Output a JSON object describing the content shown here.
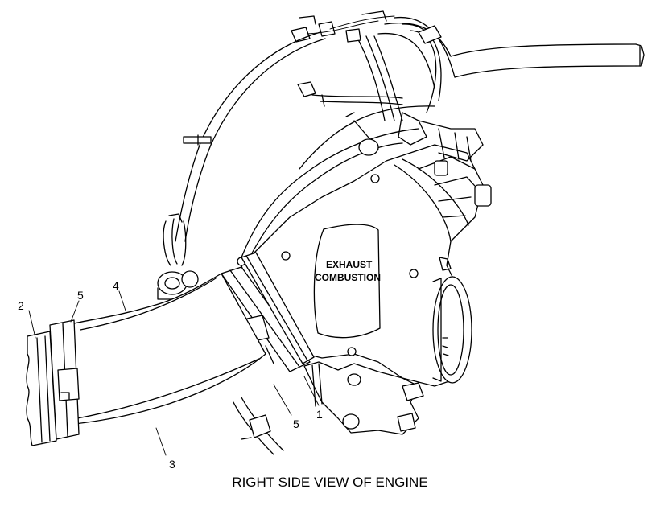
{
  "callouts": {
    "c2": "2",
    "c5_left": "5",
    "c4": "4",
    "c3": "3",
    "c5_bottom": "5",
    "c1": "1"
  },
  "plate": {
    "line1": "EXHAUST",
    "line2": "COMBUSTION"
  },
  "caption": "RIGHT SIDE VIEW OF ENGINE"
}
